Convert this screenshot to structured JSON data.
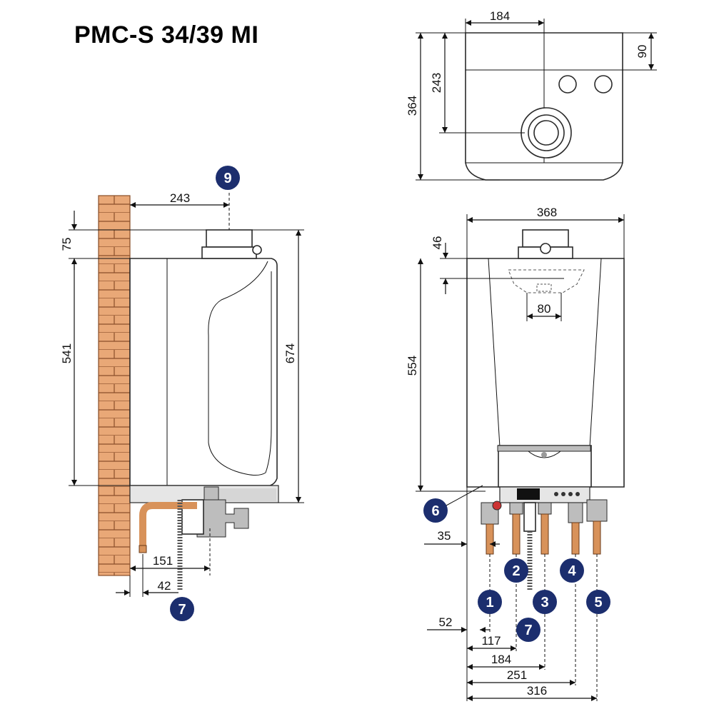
{
  "title": "PMC-S 34/39 MI",
  "top_view": {
    "dims": {
      "width_top": "184",
      "depth": "364",
      "inner_depth": "243",
      "side_offset": "90"
    }
  },
  "side_view": {
    "dims": {
      "flue_offset": "243",
      "top_gap": "75",
      "body_height": "541",
      "total_height": "674",
      "pipe_depth": "151",
      "pipe_offset": "42"
    }
  },
  "front_view": {
    "dims": {
      "width": "368",
      "flue_height": "46",
      "bracket_width": "80",
      "height": "554",
      "left_offset": "35",
      "conn1": "52",
      "conn2": "117",
      "conn3": "184",
      "conn4": "251",
      "conn5": "316"
    }
  },
  "badges": [
    "9",
    "7",
    "6",
    "1",
    "2",
    "3",
    "4",
    "5",
    "7"
  ],
  "colors": {
    "badge": "#1c2e6e",
    "brick": "#e9a877",
    "pipe": "#d8925a"
  }
}
